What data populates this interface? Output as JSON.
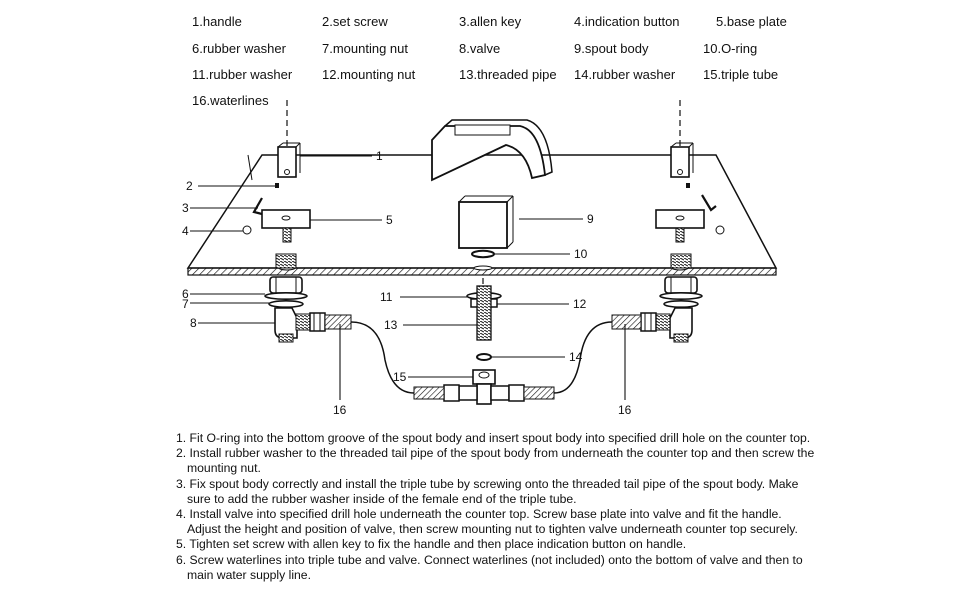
{
  "legend": [
    [
      "1.handle",
      "2.set screw",
      "3.allen key",
      "4.indication button",
      "5.base plate"
    ],
    [
      "6.rubber washer",
      "7.mounting nut",
      "8.valve",
      "9.spout body",
      "10.O-ring"
    ],
    [
      "11.rubber washer",
      "12.mounting nut",
      "13.threaded pipe",
      "14.rubber washer",
      "15.triple tube"
    ],
    [
      "16.waterlines"
    ]
  ],
  "callouts": {
    "c1": "1",
    "c2": "2",
    "c3": "3",
    "c4": "4",
    "c5": "5",
    "c6": "6",
    "c7": "7",
    "c8": "8",
    "c9": "9",
    "c10": "10",
    "c11": "11",
    "c12": "12",
    "c13": "13",
    "c14": "14",
    "c15": "15",
    "c16a": "16",
    "c16b": "16"
  },
  "instructions": [
    "1. Fit O-ring into the bottom groove of the spout body and insert spout body into specified drill hole on the counter top.",
    "2. Install rubber washer to the threaded tail pipe of the spout body from underneath the counter top and then screw the mounting nut.",
    "3. Fix spout body correctly and install the triple tube by screwing onto the threaded tail pipe of the spout body. Make sure to add the rubber washer inside of the female end of the triple tube.",
    "4. Install valve into specified drill hole underneath the counter top. Screw base plate into valve and fit the handle. Adjust the height and position of valve, then screw mounting nut to tighten valve underneath counter top securely.",
    "5. Tighten set screw with allen key to fix the handle and then place indication button on handle.",
    "6. Screw waterlines into triple tube and valve. Connect waterlines (not included) onto the bottom of valve and then to main water supply line."
  ]
}
